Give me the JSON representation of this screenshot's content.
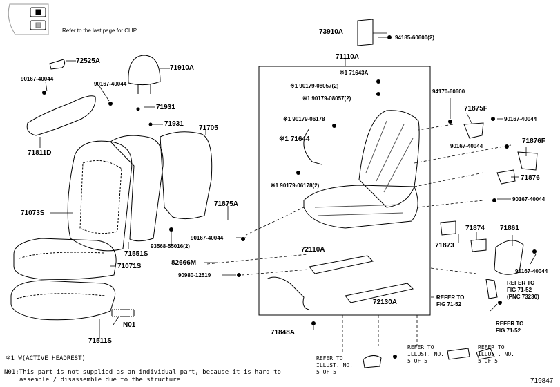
{
  "clip_note": "Refer to the last page for CLIP.",
  "labels": {
    "p73910A": "73910A",
    "p94185": "94185-60600(2)",
    "p71110A": "71110A",
    "p71643A": "※1 71643A",
    "p90179_08057a": "※1 90179-08057(2)",
    "p90179_08057b": "※1 90179-08057(2)",
    "p94170": "94170-60600",
    "p71875F": "71875F",
    "p90167_r1": "90167-40044",
    "p90179_06178": "※1 90179-06178",
    "p71644": "※1 71644",
    "p90167_r2": "90167-40044",
    "p71876F": "71876F",
    "p90179_06178_2": "※1 90179-06178(2)",
    "p71876": "71876",
    "p90167_r3": "90167-40044",
    "p72525A": "72525A",
    "p90167_l1": "90167-40044",
    "p90167_l2": "90167-40044",
    "p71910A": "71910A",
    "p71931a": "71931",
    "p71931b": "71931",
    "p71811D": "71811D",
    "p71705": "71705",
    "p71875A": "71875A",
    "p71073S": "71073S",
    "p90167_m": "90167-40044",
    "p93568": "93568-55016(2)",
    "p71551S": "71551S",
    "p72110A": "72110A",
    "p71874": "71874",
    "p71861": "71861",
    "p71873": "71873",
    "p82666M": "82666M",
    "p71071S": "71071S",
    "p90980": "90980-12519",
    "p90167_r4": "90167-40044",
    "p72130A": "72130A",
    "pN01": "N01",
    "p71511S": "71511S",
    "p71848A": "71848A"
  },
  "refs": {
    "fig_a": [
      "REFER TO",
      "FIG 71-52",
      "(PNC 73230)"
    ],
    "fig_b": [
      "REFER TO",
      "FIG 71-52"
    ],
    "fig_c": [
      "REFER TO",
      "FIG 71-52"
    ],
    "illust_a": [
      "REFER TO",
      "ILLUST. NO.",
      "5 OF 5"
    ],
    "illust_b": [
      "REFER TO",
      "ILLUST. NO.",
      "5 OF 5"
    ],
    "illust_c": [
      "REFER TO",
      "ILLUST. NO.",
      "5 OF 5"
    ]
  },
  "notes": {
    "n1": "※1 W(ACTIVE HEADREST)",
    "n2": "N01:This part is not supplied as an individual part, because it is hard to",
    "n3": "assemble / disassemble due to the structure"
  },
  "diagram_id": "719847"
}
